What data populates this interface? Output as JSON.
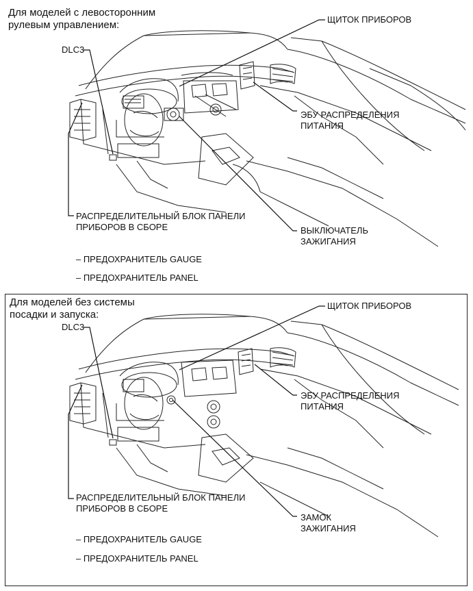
{
  "panel_lhd": {
    "heading": "Для моделей с левосторонним\nрулевым управлением:",
    "dlc3": "DLC3",
    "combination_meter": "ЩИТОК ПРИБОРОВ",
    "power_ecu": "ЭБУ РАСПРЕДЕЛЕНИЯ\nПИТАНИЯ",
    "junction_block": "РАСПРЕДЕЛИТЕЛЬНЫЙ БЛОК ПАНЕЛИ\nПРИБОРОВ В СБОРЕ",
    "ignition": "ВЫКЛЮЧАТЕЛЬ\nЗАЖИГАНИЯ",
    "fuse_gauge": "– ПРЕДОХРАНИТЕЛЬ GAUGE",
    "fuse_panel": "– ПРЕДОХРАНИТЕЛЬ PANEL"
  },
  "panel_no_smart": {
    "heading": "Для моделей без системы\nпосадки и запуска:",
    "dlc3": "DLC3",
    "combination_meter": "ЩИТОК ПРИБОРОВ",
    "power_ecu": "ЭБУ РАСПРЕДЕЛЕНИЯ\nПИТАНИЯ",
    "junction_block": "РАСПРЕДЕЛИТЕЛЬНЫЙ БЛОК ПАНЕЛИ\nПРИБОРОВ В СБОРЕ",
    "ignition": "ЗАМОК\nЗАЖИГАНИЯ",
    "fuse_gauge": "– ПРЕДОХРАНИТЕЛЬ GAUGE",
    "fuse_panel": "– ПРЕДОХРАНИТЕЛЬ PANEL"
  }
}
